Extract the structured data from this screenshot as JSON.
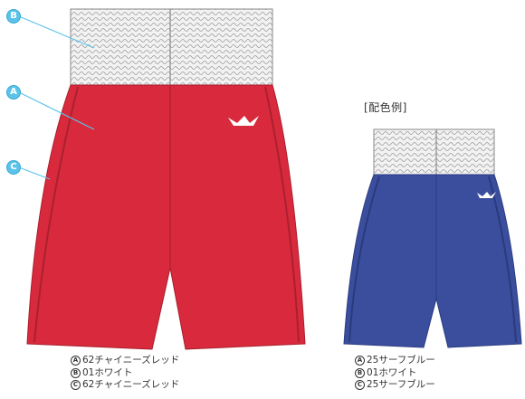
{
  "callouts": {
    "b": "B",
    "a": "A",
    "c": "C"
  },
  "example_title": "[配色例]",
  "main_caption": [
    {
      "marker": "A",
      "text": "62チャイニーズレッド"
    },
    {
      "marker": "B",
      "text": "01ホワイト"
    },
    {
      "marker": "C",
      "text": "62チャイニーズレッド"
    }
  ],
  "example_caption": [
    {
      "marker": "A",
      "text": "25サーフブルー"
    },
    {
      "marker": "B",
      "text": "01ホワイト"
    },
    {
      "marker": "C",
      "text": "25サーフブルー"
    }
  ],
  "colors": {
    "red": "#d82a3c",
    "blue": "#3b4e9e",
    "white_band": "#efefef",
    "callout": "#5bc3e8"
  }
}
